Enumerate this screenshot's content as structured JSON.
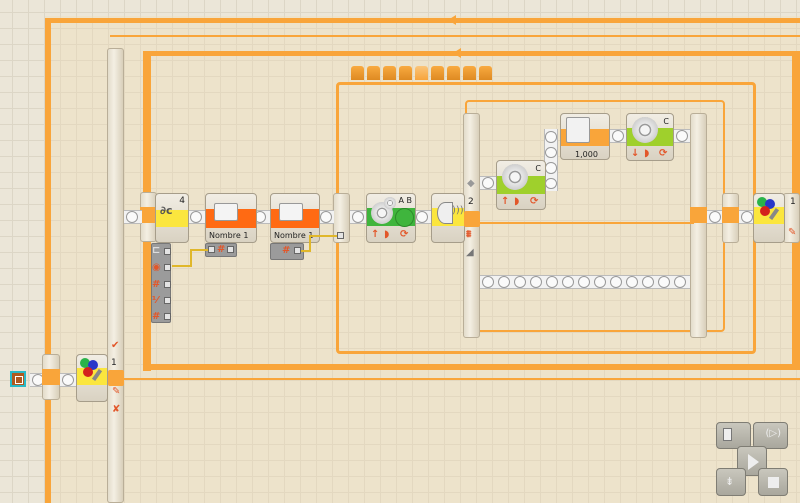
{
  "canvas": {
    "accent_color": "#f9a53a",
    "grid_color": "#dcd6c6",
    "background_color": "#ebe6d8"
  },
  "program": {
    "start_block": {
      "icon": "start-point-icon"
    },
    "outer_switch": {
      "label": "1",
      "tab_icons": [
        "check-icon",
        "sound-sensor-icon",
        "edit-icon",
        "x-icon"
      ]
    },
    "main_loop_tabs": 9,
    "blocks": [
      {
        "id": "variable-block",
        "type": "Variable",
        "port_label": "4",
        "plugs": [
          "plug-icon",
          "timer-icon",
          "number-icon",
          "fraction-icon",
          "number-icon"
        ]
      },
      {
        "id": "number-block-1",
        "type": "Number",
        "label": "Nombre 1"
      },
      {
        "id": "number-block-2",
        "type": "Number",
        "label": "Nombre 1"
      },
      {
        "id": "motor-block-ab",
        "type": "Move",
        "ports": "A B",
        "icons": [
          "up-arrow-icon",
          "power-icon",
          "duration-icon"
        ]
      },
      {
        "id": "sound-block",
        "type": "Sound"
      },
      {
        "id": "motor-block-c1",
        "type": "Motor",
        "ports": "C",
        "icons": [
          "up-arrow-icon",
          "power-icon",
          "duration-icon"
        ]
      },
      {
        "id": "wait-block",
        "type": "Wait Timer",
        "value": "1,000"
      },
      {
        "id": "motor-block-c2",
        "type": "Motor",
        "ports": "C",
        "icons": [
          "down-arrow-icon",
          "power-icon",
          "duration-icon"
        ]
      },
      {
        "id": "color-sensor-block-right",
        "type": "Color Sensor",
        "label": "1"
      }
    ],
    "inner_switch": {
      "label": "2"
    },
    "right_switch": {
      "label": "1"
    }
  },
  "controller": {
    "buttons": [
      "nxt-window-button",
      "download-run-selected-button",
      "download-run-button",
      "download-button",
      "stop-button"
    ]
  }
}
